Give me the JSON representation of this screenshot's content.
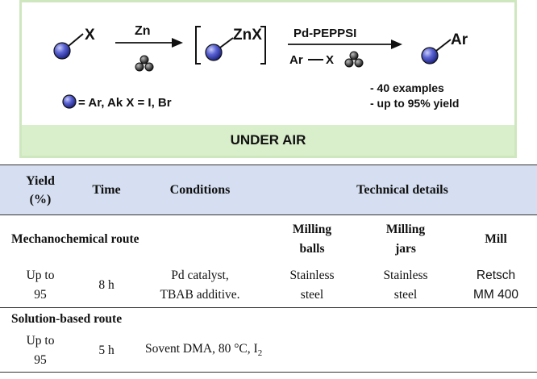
{
  "scheme": {
    "reactant_x": "X",
    "step1_reagent": "Zn",
    "intermediate_label": "ZnX",
    "step2_reagent": "Pd-PEPPSI",
    "step2_coreagent_ar": "Ar",
    "step2_coreagent_x": "X",
    "product_label": "Ar",
    "legend_def": "= Ar, Ak  X = I, Br",
    "note_examples": "- 40 examples",
    "note_yield": "- up to 95% yield",
    "banner": "UNDER AIR",
    "colors": {
      "sphere": "#4b55c8",
      "border": "#cfe7bf",
      "banner_bg": "#d9eecb"
    },
    "icons": [
      "ball-sphere-icon",
      "milling-balls-icon",
      "reaction-arrow-icon",
      "bracket-icon"
    ]
  },
  "table": {
    "headers": {
      "yield_1": "Yield",
      "yield_2": "(%)",
      "time": "Time",
      "conditions": "Conditions",
      "technical": "Technical details"
    },
    "mech": {
      "title": "Mechanochemical route",
      "sub1_1": "Milling",
      "sub1_2": "balls",
      "sub2_1": "Milling",
      "sub2_2": "jars",
      "sub3": "Mill",
      "yield_1": "Up to",
      "yield_2": "95",
      "time": "8 h",
      "cond_1": "Pd catalyst,",
      "cond_2": "TBAB additive.",
      "balls_1": "Stainless",
      "balls_2": "steel",
      "jars_1": "Stainless",
      "jars_2": "steel",
      "mill_1": "Retsch",
      "mill_2": "MM 400"
    },
    "sol": {
      "title": "Solution-based route",
      "yield_1": "Up to",
      "yield_2": "95",
      "time": "5 h",
      "cond": "Sovent DMA, 80 °C, I",
      "cond_sub": "2"
    },
    "header_bg": "#d5dff1"
  }
}
